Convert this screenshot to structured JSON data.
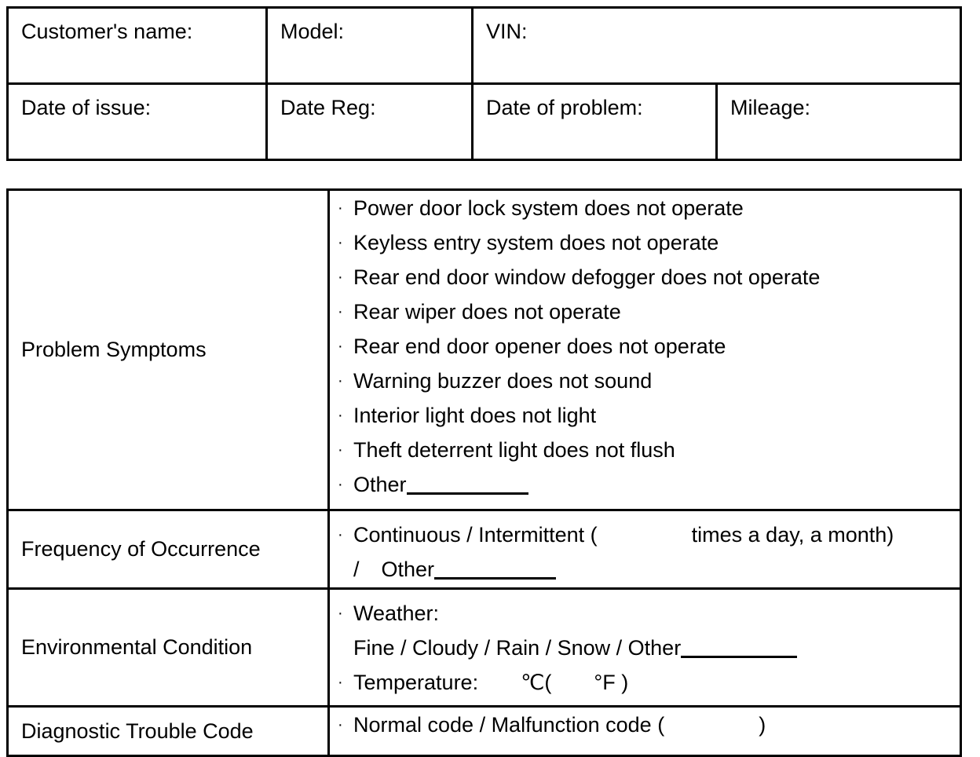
{
  "identification": {
    "fields_row1": [
      {
        "label": "Customer's name:",
        "name": "customer-name"
      },
      {
        "label": "Model:",
        "name": "model"
      },
      {
        "label": "VIN:",
        "name": "vin"
      }
    ],
    "fields_row2": [
      {
        "label": "Date of issue:",
        "name": "date-of-issue"
      },
      {
        "label": "Date Reg:",
        "name": "date-reg"
      },
      {
        "label": "Date of problem:",
        "name": "date-of-problem"
      },
      {
        "label": "Mileage:",
        "name": "mileage"
      }
    ]
  },
  "checksheet": {
    "rows": [
      {
        "label": "Problem Symptoms",
        "items": [
          "Power door lock system does not operate",
          "Keyless entry system does not operate",
          "Rear end door window defogger does not operate",
          "Rear wiper does not operate",
          "Rear end door opener does not operate",
          "Warning buzzer does not sound",
          "Interior light does not light",
          "Theft deterrent light does not flush"
        ],
        "other_label": "Other"
      },
      {
        "label": "Frequency of Occurrence",
        "line1_prefix": "Continuous / Intermittent (",
        "line1_suffix": "times a day, a month)",
        "line2_prefix": "/",
        "line2_other": "Other"
      },
      {
        "label": "Environmental Condition",
        "weather_label": "Weather:",
        "weather_options": "Fine / Cloudy / Rain / Snow / Other",
        "temperature_label": "Temperature:",
        "temperature_celsius": "℃(",
        "temperature_fahrenheit": "°F )"
      },
      {
        "label": "Diagnostic Trouble Code",
        "line": "Normal code / Malfunction code (",
        "line_close": ")"
      }
    ]
  },
  "glyphs": {
    "bullet": "·"
  },
  "colors": {
    "ink": "#000000",
    "paper": "#ffffff"
  }
}
